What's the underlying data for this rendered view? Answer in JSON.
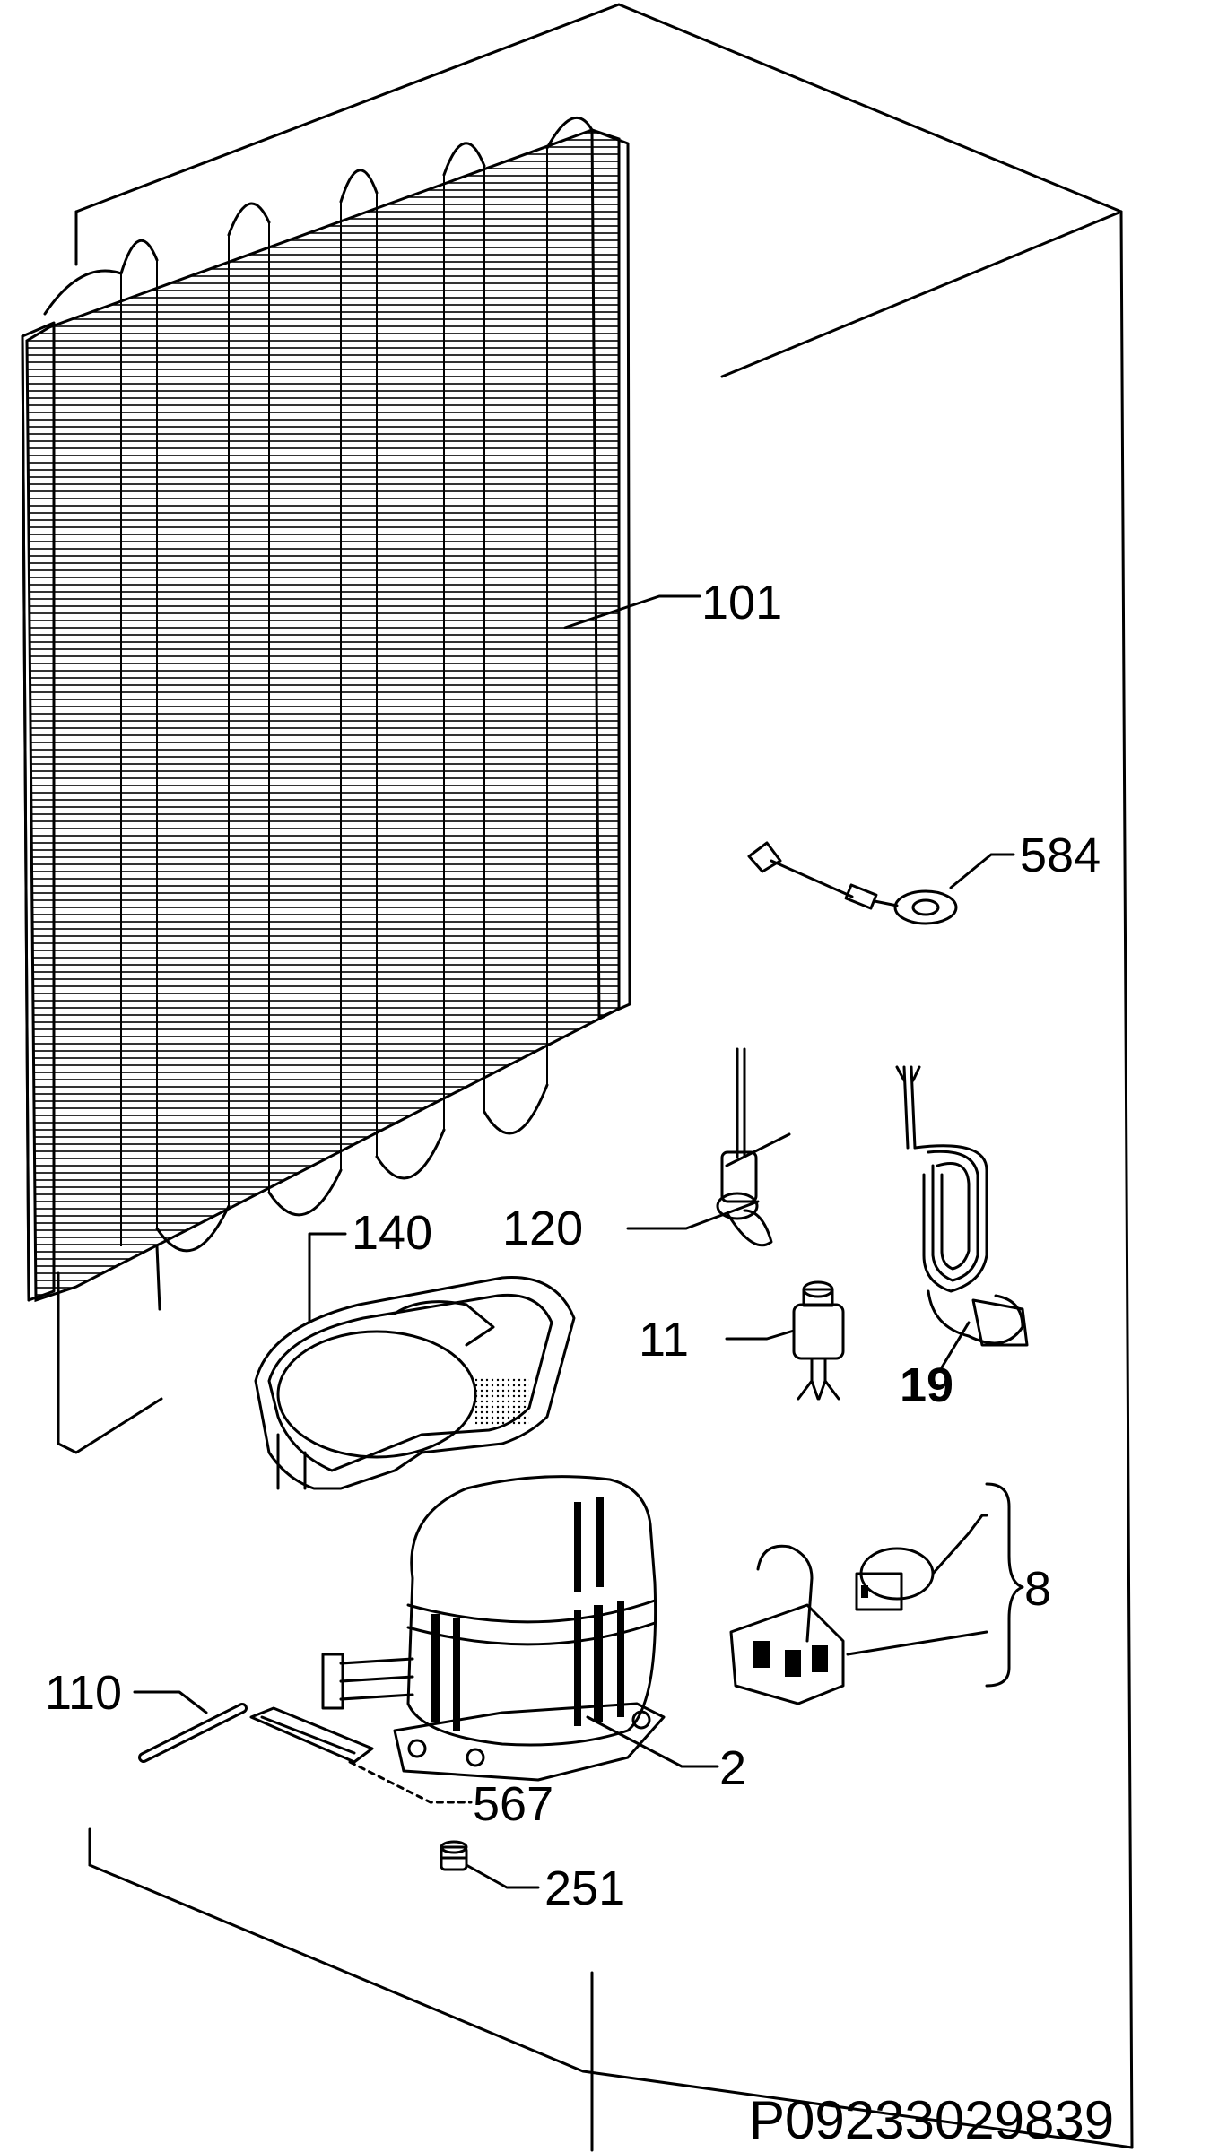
{
  "labels": {
    "p101": "101",
    "p584": "584",
    "p120": "120",
    "p140": "140",
    "p11": "11",
    "p19": "19",
    "p8": "8",
    "p110": "110",
    "p2": "2",
    "p567": "567",
    "p251": "251"
  },
  "drawing_code": "P09233029839"
}
